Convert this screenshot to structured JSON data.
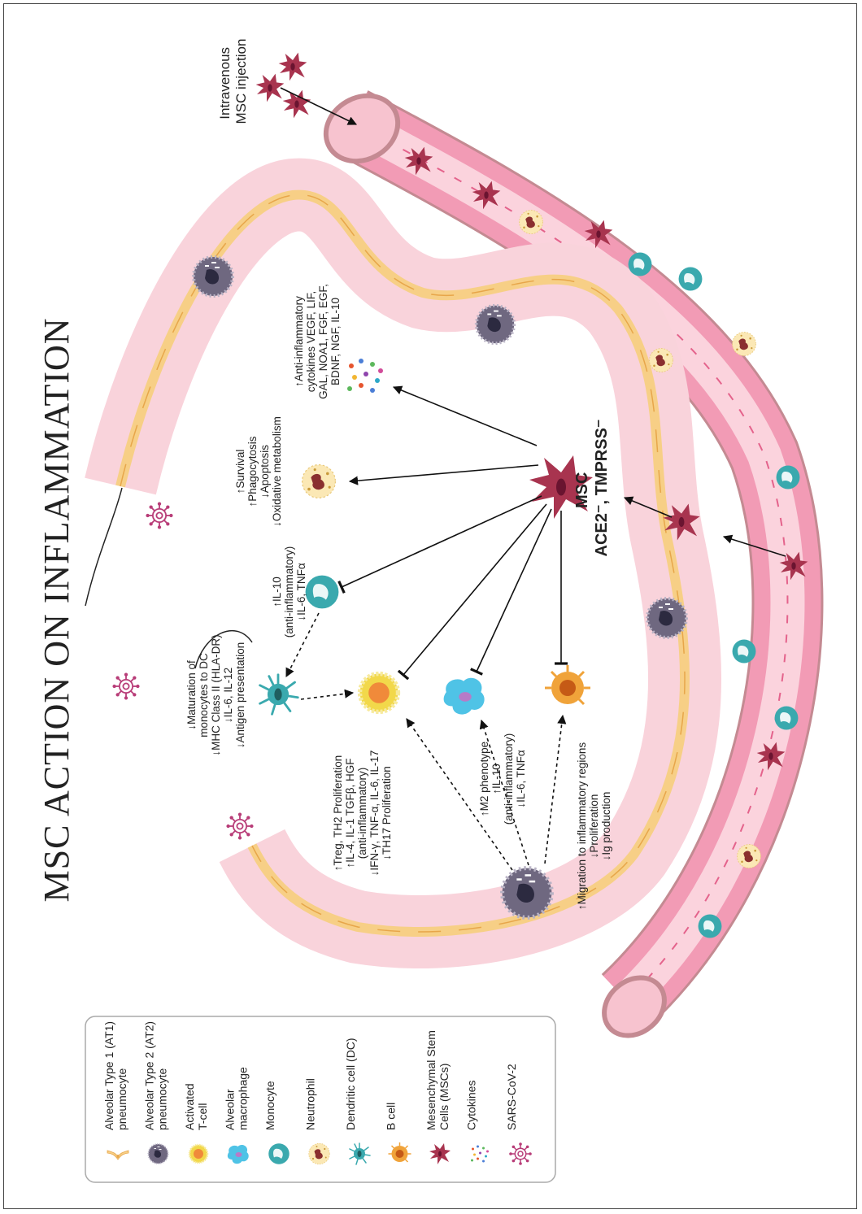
{
  "title": "MSC ACTION ON INFLAMMATION",
  "injection_label": [
    "Intravenous",
    "MSC injection"
  ],
  "msc_label": [
    "MSC",
    "ACE2⁻, TMPRSS⁻"
  ],
  "effects": {
    "cytokines": [
      "↑Anti-inflammatory",
      "cytokines VEGF, LIF,",
      "GAL, NOA1, FGF, EGF,",
      "BDNF, NGF, IL-10"
    ],
    "neutrophil": [
      "↑Survival",
      "↑Phagocytosis",
      "↓Apoptosis",
      "↓Oxidative metabolism"
    ],
    "monocyte": [
      "↑IL-10",
      "(anti-inflammatory)",
      "↓IL-6, TNFα"
    ],
    "dendritic": [
      "↓Maturation of",
      "monocytes to DC",
      "↓MHC Class II (HLA-DR)",
      "↓IL-6, IL-12",
      "↓Antigen presentation"
    ],
    "tcell": [
      "↑Treg, TH2 Proliferation",
      "↑IL-4, IL-1 TGFβ, HGF",
      "(anti-inflammatory)",
      "↓IFN-γ, TNF-α, IL-6, IL-17",
      "↓TH17 Proliferation"
    ],
    "macrophage": [
      "↑M2 phenotype",
      "↑IL-10",
      "(anti-inflammatory)",
      "↓IL-6, TNFα"
    ],
    "bcell": [
      "↑Migration to inflammatory regions",
      "↓Proliferation",
      "↓Ig production"
    ]
  },
  "legend": [
    {
      "icon": "at1-cell-icon",
      "label": [
        "Alveolar Type 1 (AT1)",
        "pneumocyte"
      ]
    },
    {
      "icon": "at2-cell-icon",
      "label": [
        "Alveolar Type 2 (AT2)",
        "pneumocyte"
      ]
    },
    {
      "icon": "t-cell-icon",
      "label": [
        "Activated",
        "T-cell"
      ]
    },
    {
      "icon": "macrophage-icon",
      "label": [
        "Alveolar",
        "macrophage"
      ]
    },
    {
      "icon": "monocyte-icon",
      "label": [
        "Monocyte"
      ]
    },
    {
      "icon": "neutrophil-icon",
      "label": [
        "Neutrophil"
      ]
    },
    {
      "icon": "dendritic-cell-icon",
      "label": [
        "Dendritic cell (DC)"
      ]
    },
    {
      "icon": "b-cell-icon",
      "label": [
        "B cell"
      ]
    },
    {
      "icon": "msc-icon",
      "label": [
        "Mesenchymal Stem",
        "Cells (MSCs)"
      ]
    },
    {
      "icon": "cytokines-icon",
      "label": [
        "Cytokines"
      ]
    },
    {
      "icon": "sars-cov-2-icon",
      "label": [
        "SARS-CoV-2"
      ]
    }
  ],
  "colors": {
    "vessel": "#f29bb5",
    "alveolus": "#f9d3db",
    "epithelium": "#f7cf86",
    "msc": "#a8344f",
    "virus": "#b83d78",
    "monocyte": "#3aa9ae",
    "tcell": "#f2d84a",
    "macrophage": "#4fc3e6",
    "bcell": "#f0a33a"
  }
}
